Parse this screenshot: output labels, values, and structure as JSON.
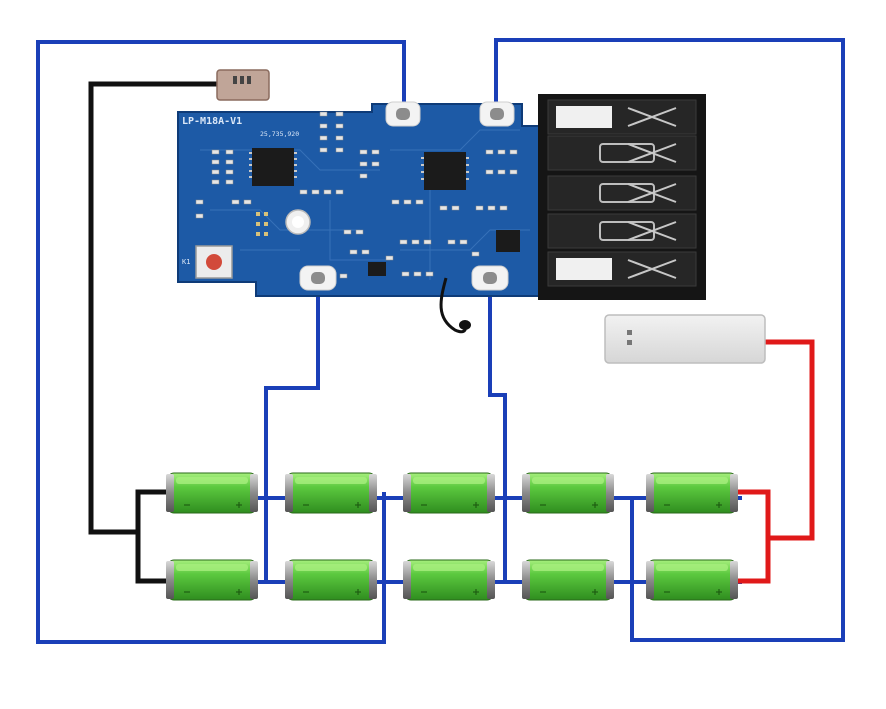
{
  "pcb": {
    "model_label": "LP-M18A-V1",
    "serial_label": "25,735,920",
    "board_color": "#1d5aa6",
    "button_label": "K1"
  },
  "wires": {
    "blue": "#1a3fb8",
    "black": "#111111",
    "red": "#e01919"
  },
  "cells": {
    "body_color": "#53c23b",
    "highlight_color": "#a7ef7e",
    "rows": 2,
    "columns": 5,
    "series_groups": 5,
    "parallel_per_group": 2
  },
  "components": {
    "connector": "black-5-slot-terminal",
    "thermistor": "ntc-thermistor",
    "balance_tab": "metal-strip"
  }
}
